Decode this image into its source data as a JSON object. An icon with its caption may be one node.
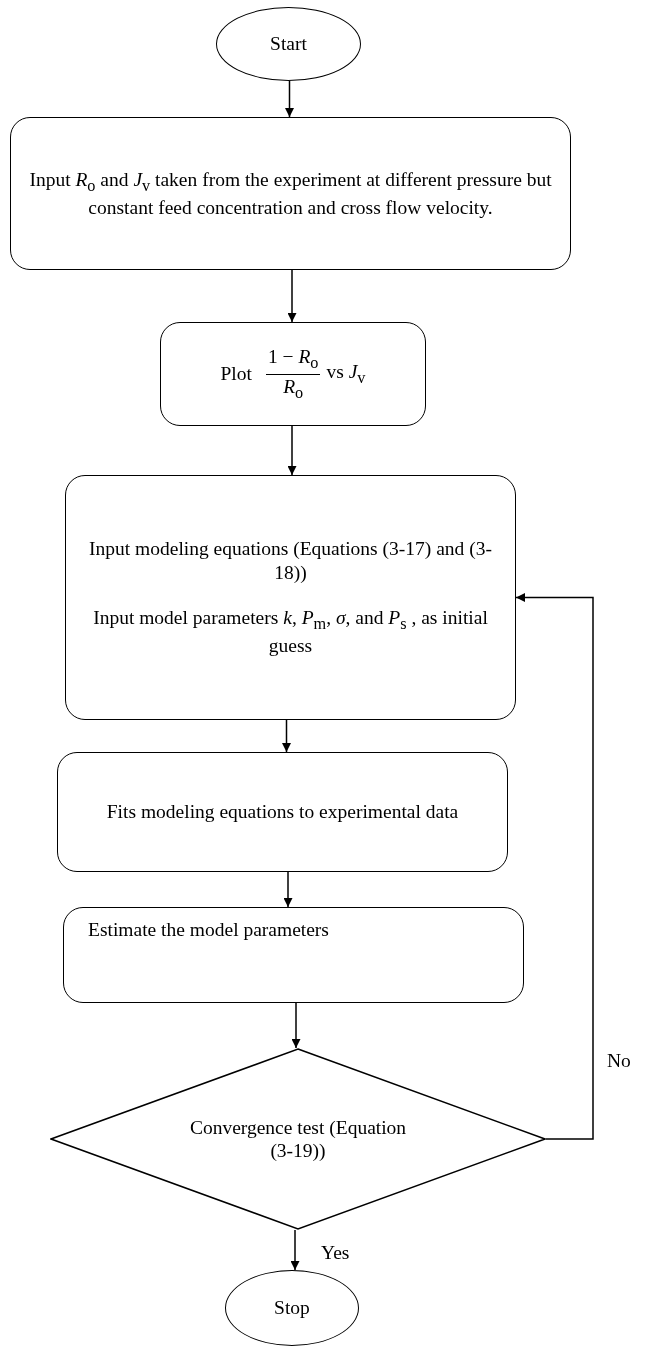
{
  "diagram": {
    "nodes": [
      {
        "text": [
          "Start"
        ]
      },
      {
        "text": [
          "Input *R*$_{o}$ and *J*$_{v}$ taken from the experiment at different pressure but constant feed concentration and cross flow velocity."
        ]
      },
      {
        "text": [
          "Plot",
          "1 − *R*$_{o}$",
          "*R*$_{o}$",
          "vs *J*$_{v}$"
        ]
      },
      {
        "text": [
          "Input modeling equations (Equations (3-17) and (3-18))",
          "Input model parameters *k*, *P*$_{m}$, *σ*, and *P*$_{s}$ , as initial guess"
        ]
      },
      {
        "text": [
          "Fits modeling equations to experimental data"
        ]
      },
      {
        "text": [
          "Estimate the model parameters"
        ]
      },
      {
        "text": [
          "Convergence test (Equation (3-19))"
        ]
      },
      {
        "text": [
          "Stop"
        ]
      }
    ],
    "edges": [
      {
        "from": 0,
        "to": 1,
        "arrow": "to"
      },
      {
        "from": 1,
        "to": 2,
        "arrow": "to"
      },
      {
        "from": 2,
        "to": 3,
        "arrow": "to"
      },
      {
        "from": 3,
        "to": 4,
        "arrow": "to"
      },
      {
        "from": 4,
        "to": 5,
        "arrow": "to"
      },
      {
        "from": 5,
        "to": 6,
        "arrow": "to"
      },
      {
        "from": 6,
        "to": 7,
        "arrow": "to",
        "label": "Yes"
      },
      {
        "from": 6,
        "to": 3,
        "arrow": "to",
        "label": "No"
      }
    ]
  }
}
